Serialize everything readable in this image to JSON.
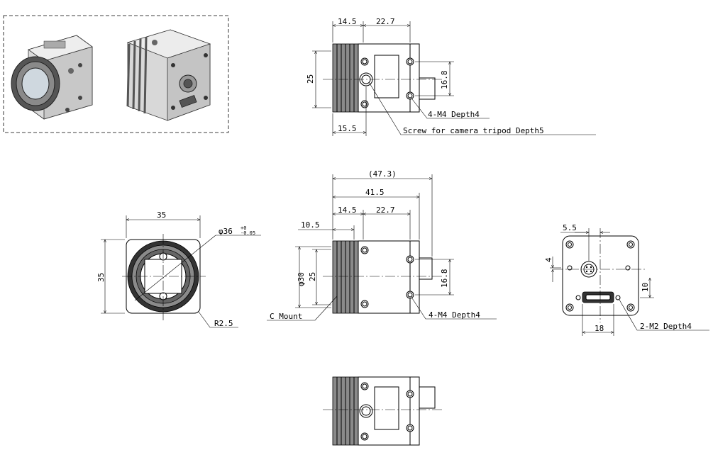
{
  "views": {
    "top": {
      "dim_14_5": "14.5",
      "dim_22_7": "22.7",
      "dim_25": "25",
      "dim_16_8": "16.8",
      "dim_15_5": "15.5",
      "note_m4": "4-M4 Depth4",
      "note_tripod": "Screw for camera tripod  Depth5"
    },
    "front": {
      "dim_35_w": "35",
      "dim_35_h": "35",
      "dim_dia36": "φ36",
      "dim_tol_upper": "+0",
      "dim_tol_lower": "-0.05",
      "dim_r25": "R2.5"
    },
    "side": {
      "dim_47_3": "(47.3)",
      "dim_41_5": "41.5",
      "dim_14_5": "14.5",
      "dim_22_7": "22.7",
      "dim_10_5": "10.5",
      "dim_dia30": "φ30",
      "dim_25": "25",
      "dim_16_8": "16.8",
      "note_cmount": "C Mount",
      "note_m4": "4-M4 Depth4"
    },
    "rear": {
      "dim_5_5": "5.5",
      "dim_4": "4",
      "dim_10": "10",
      "dim_18": "18",
      "note_m2": "2-M2 Depth4"
    }
  }
}
